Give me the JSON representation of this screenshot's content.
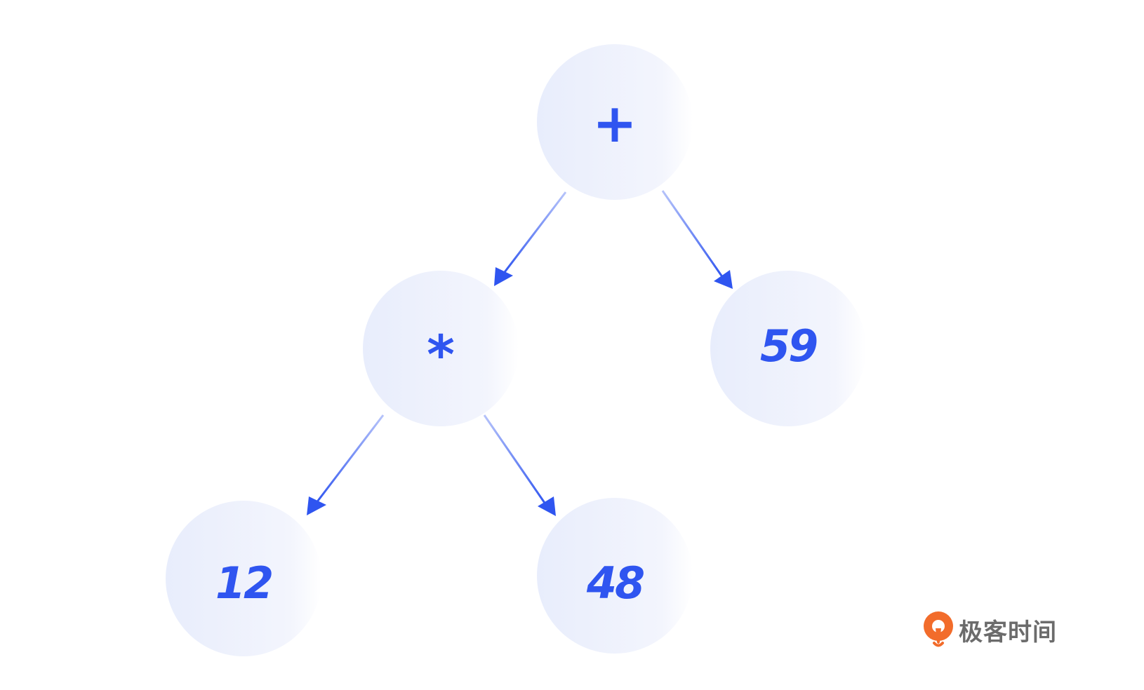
{
  "diagram": {
    "nodes": [
      {
        "id": "plus",
        "label": "+"
      },
      {
        "id": "times",
        "label": "*"
      },
      {
        "id": "n59",
        "label": "59"
      },
      {
        "id": "n12",
        "label": "12"
      },
      {
        "id": "n48",
        "label": "48"
      }
    ],
    "edges": [
      {
        "from": "plus",
        "to": "times"
      },
      {
        "from": "plus",
        "to": "n59"
      },
      {
        "from": "times",
        "to": "n12"
      },
      {
        "from": "times",
        "to": "n48"
      }
    ]
  },
  "colors": {
    "accent": "#2f55f0",
    "node_fill_start": "#e8edfc",
    "node_fill_end": "#ffffff",
    "logo_orange": "#f26c2b",
    "logo_text": "#6b6b6b"
  },
  "logo": {
    "text": "极客时间",
    "icon": "geektime-logo-icon"
  }
}
